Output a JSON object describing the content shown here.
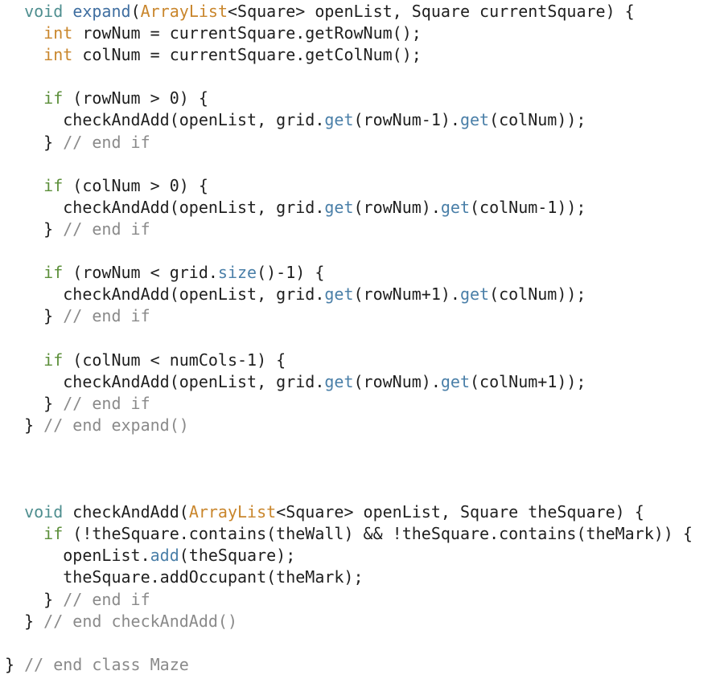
{
  "colors": {
    "background": "#ffffff",
    "text": "#1f1f1f",
    "keyword": "#5c8f3a",
    "type": "#c9862c",
    "void": "#4e8e8f",
    "function_name": "#3f6ea0",
    "method_call": "#4a7fa8",
    "comment": "#8a8a8a"
  },
  "code": {
    "lines": [
      [
        {
          "t": "  "
        },
        {
          "t": "void",
          "c": "void"
        },
        {
          "t": " "
        },
        {
          "t": "expand",
          "c": "fn"
        },
        {
          "t": "("
        },
        {
          "t": "ArrayList",
          "c": "type"
        },
        {
          "t": "<Square> openList, Square currentSquare) {"
        }
      ],
      [
        {
          "t": "    "
        },
        {
          "t": "int",
          "c": "type"
        },
        {
          "t": " rowNum = currentSquare.getRowNum();"
        }
      ],
      [
        {
          "t": "    "
        },
        {
          "t": "int",
          "c": "type"
        },
        {
          "t": " colNum = currentSquare.getColNum();"
        }
      ],
      [],
      [
        {
          "t": "    "
        },
        {
          "t": "if",
          "c": "kw"
        },
        {
          "t": " (rowNum > 0) {"
        }
      ],
      [
        {
          "t": "      checkAndAdd(openList, grid."
        },
        {
          "t": "get",
          "c": "call"
        },
        {
          "t": "(rowNum-1)."
        },
        {
          "t": "get",
          "c": "call"
        },
        {
          "t": "(colNum));"
        }
      ],
      [
        {
          "t": "    } "
        },
        {
          "t": "// end if",
          "c": "cmt"
        }
      ],
      [],
      [
        {
          "t": "    "
        },
        {
          "t": "if",
          "c": "kw"
        },
        {
          "t": " (colNum > 0) {"
        }
      ],
      [
        {
          "t": "      checkAndAdd(openList, grid."
        },
        {
          "t": "get",
          "c": "call"
        },
        {
          "t": "(rowNum)."
        },
        {
          "t": "get",
          "c": "call"
        },
        {
          "t": "(colNum-1));"
        }
      ],
      [
        {
          "t": "    } "
        },
        {
          "t": "// end if",
          "c": "cmt"
        }
      ],
      [],
      [
        {
          "t": "    "
        },
        {
          "t": "if",
          "c": "kw"
        },
        {
          "t": " (rowNum < grid."
        },
        {
          "t": "size",
          "c": "call"
        },
        {
          "t": "()-1) {"
        }
      ],
      [
        {
          "t": "      checkAndAdd(openList, grid."
        },
        {
          "t": "get",
          "c": "call"
        },
        {
          "t": "(rowNum+1)."
        },
        {
          "t": "get",
          "c": "call"
        },
        {
          "t": "(colNum));"
        }
      ],
      [
        {
          "t": "    } "
        },
        {
          "t": "// end if",
          "c": "cmt"
        }
      ],
      [],
      [
        {
          "t": "    "
        },
        {
          "t": "if",
          "c": "kw"
        },
        {
          "t": " (colNum < numCols-1) {"
        }
      ],
      [
        {
          "t": "      checkAndAdd(openList, grid."
        },
        {
          "t": "get",
          "c": "call"
        },
        {
          "t": "(rowNum)."
        },
        {
          "t": "get",
          "c": "call"
        },
        {
          "t": "(colNum+1));"
        }
      ],
      [
        {
          "t": "    } "
        },
        {
          "t": "// end if",
          "c": "cmt"
        }
      ],
      [
        {
          "t": "  } "
        },
        {
          "t": "// end expand()",
          "c": "cmt"
        }
      ],
      [],
      [],
      [],
      [
        {
          "t": "  "
        },
        {
          "t": "void",
          "c": "void"
        },
        {
          "t": " checkAndAdd("
        },
        {
          "t": "ArrayList",
          "c": "type"
        },
        {
          "t": "<Square> openList, Square theSquare) {"
        }
      ],
      [
        {
          "t": "    "
        },
        {
          "t": "if",
          "c": "kw"
        },
        {
          "t": " (!theSquare.contains(theWall) && !theSquare.contains(theMark)) {"
        }
      ],
      [
        {
          "t": "      openList."
        },
        {
          "t": "add",
          "c": "call"
        },
        {
          "t": "(theSquare);"
        }
      ],
      [
        {
          "t": "      theSquare.addOccupant(theMark);"
        }
      ],
      [
        {
          "t": "    } "
        },
        {
          "t": "// end if",
          "c": "cmt"
        }
      ],
      [
        {
          "t": "  } "
        },
        {
          "t": "// end checkAndAdd()",
          "c": "cmt"
        }
      ],
      [],
      [
        {
          "t": "} "
        },
        {
          "t": "// end class Maze",
          "c": "cmt"
        }
      ]
    ]
  }
}
